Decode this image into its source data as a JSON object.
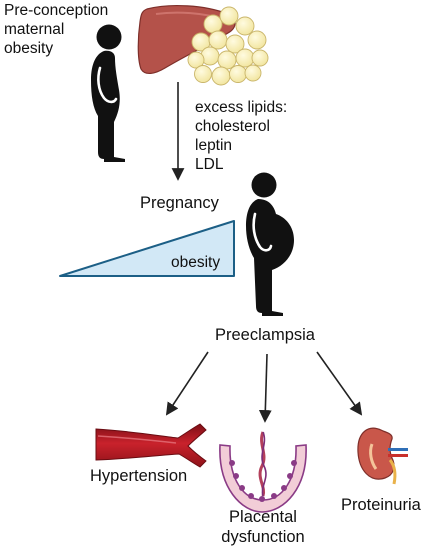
{
  "labels": {
    "preconception": [
      "Pre-conception",
      "maternal",
      "obesity"
    ],
    "lipids": [
      "excess lipids:",
      "cholesterol",
      "leptin",
      "LDL"
    ],
    "pregnancy": "Pregnancy",
    "obesity": "obesity",
    "preeclampsia": "Preeclampsia",
    "hypertension": "Hypertension",
    "placental": [
      "Placental",
      "dysfunction"
    ],
    "proteinuria": "Proteinuria"
  },
  "icons": [
    "nonpregnant-woman-icon",
    "liver-icon",
    "fat-cells-icon",
    "pregnant-woman-icon",
    "artery-icon",
    "placenta-icon",
    "kidney-icon"
  ],
  "colors": {
    "silhouette": "#111111",
    "liver": "#b4524a",
    "fat_cells": "#f7eebc",
    "obesity_wedge_fill": "#d2e8f6",
    "obesity_wedge_stroke": "#1c5f86",
    "artery": "#b51d26",
    "placenta": "#8a3b86",
    "kidney": "#c9574a",
    "arrow": "#222222"
  }
}
